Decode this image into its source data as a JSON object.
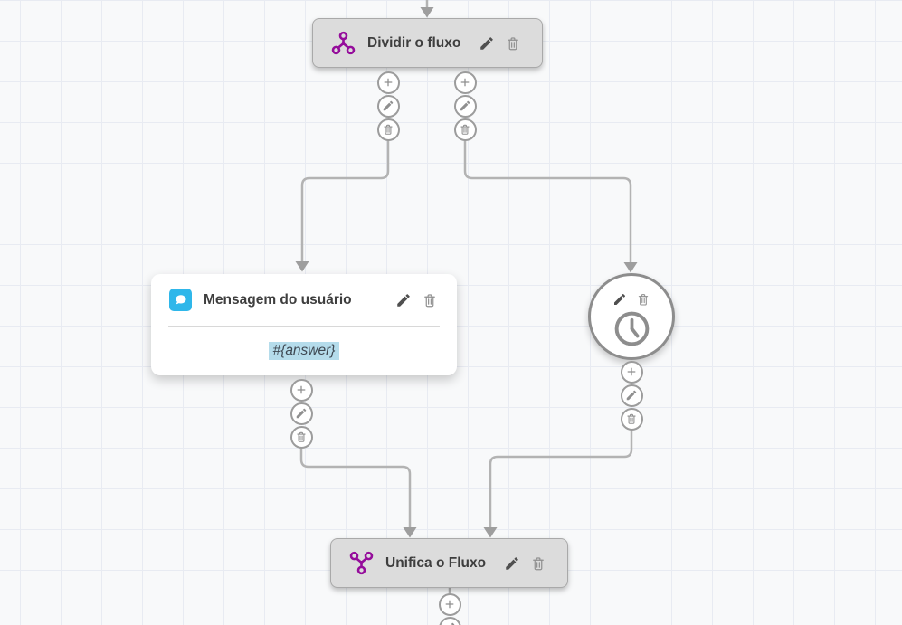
{
  "flow": {
    "divide_node": {
      "title": "Dividir o fluxo"
    },
    "user_message_node": {
      "title": "Mensagem do usuário",
      "value": "#{answer}"
    },
    "merge_node": {
      "title": "Unifica o Fluxo"
    }
  },
  "icons": {
    "split_flow": "split-flow-icon",
    "merge_flow": "merge-flow-icon",
    "chat_bubble": "chat-bubble-icon",
    "clock": "clock-icon",
    "edit": "pencil-icon",
    "delete": "trash-icon",
    "add": "plus-icon"
  },
  "colors": {
    "accent_purple": "#950d9b",
    "message_blue": "#2fb7ea",
    "value_highlight": "#b5dceb",
    "node_fill": "#dcdcdc",
    "wire_gray": "#b3b3b3",
    "grid_line": "#e8ebf2"
  }
}
